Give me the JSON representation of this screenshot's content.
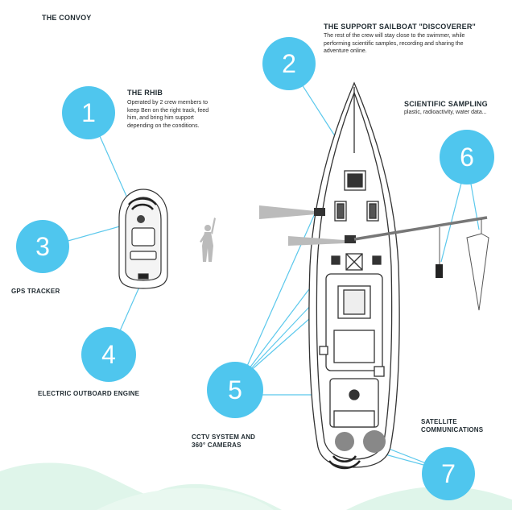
{
  "header": {
    "title": "THE CONVOY"
  },
  "items": {
    "rhib": {
      "number": "1",
      "title": "THE RHIB",
      "text": "Operated by 2 crew members to keep Ben on the right track, feed him, and bring him support depending on the conditions."
    },
    "sailboat": {
      "number": "2",
      "title": "THE SUPPORT SAILBOAT \"DISCOVERER\"",
      "text": "The rest of the crew will stay close to the swimmer, while performing scientific samples, recording and sharing the adventure online."
    },
    "gps": {
      "number": "3",
      "label": "GPS TRACKER"
    },
    "engine": {
      "number": "4",
      "label": "ELECTRIC OUTBOARD ENGINE"
    },
    "cctv": {
      "number": "5",
      "label_line1": "CCTV SYSTEM AND",
      "label_line2": "360° CAMERAS"
    },
    "sampling": {
      "number": "6",
      "title": "SCIENTIFIC SAMPLING",
      "text": "plastic, radioactivity, water data..."
    },
    "satellite": {
      "number": "7",
      "label_line1": "SATELLITE",
      "label_line2": "COMMUNICATIONS"
    }
  },
  "colors": {
    "accent": "#4fc6ee",
    "line": "#5bc8ec",
    "boat_stroke": "#333333",
    "wave": "#d9f3e6"
  }
}
